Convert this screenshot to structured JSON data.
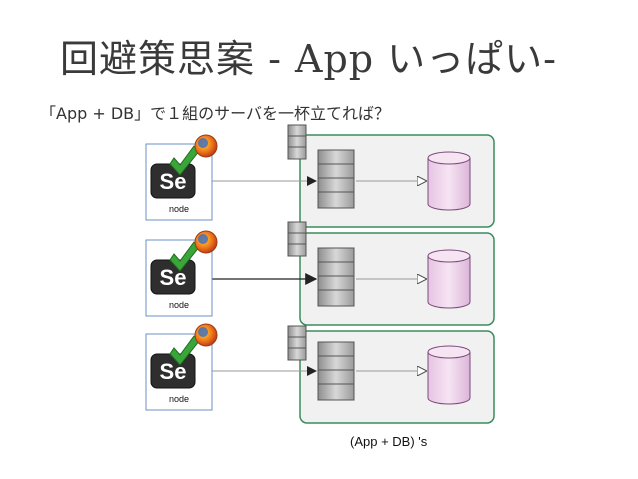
{
  "title": "回避策思案 - App いっぱい-",
  "subtitle": "「App + DB」で１組のサーバを一杯立てれば？",
  "nodes": [
    {
      "badge": "Se",
      "label": "node"
    },
    {
      "badge": "Se",
      "label": "node"
    },
    {
      "badge": "Se",
      "label": "node"
    }
  ],
  "caption": "(App + DB) 's",
  "colors": {
    "group_border": "#3a8c5c",
    "group_fill": "#f0f0f0",
    "db_fill": "#eccfe8",
    "db_border": "#7a4a7a",
    "node_border": "#6b8fc7",
    "selenium_green": "#3aa63a"
  }
}
